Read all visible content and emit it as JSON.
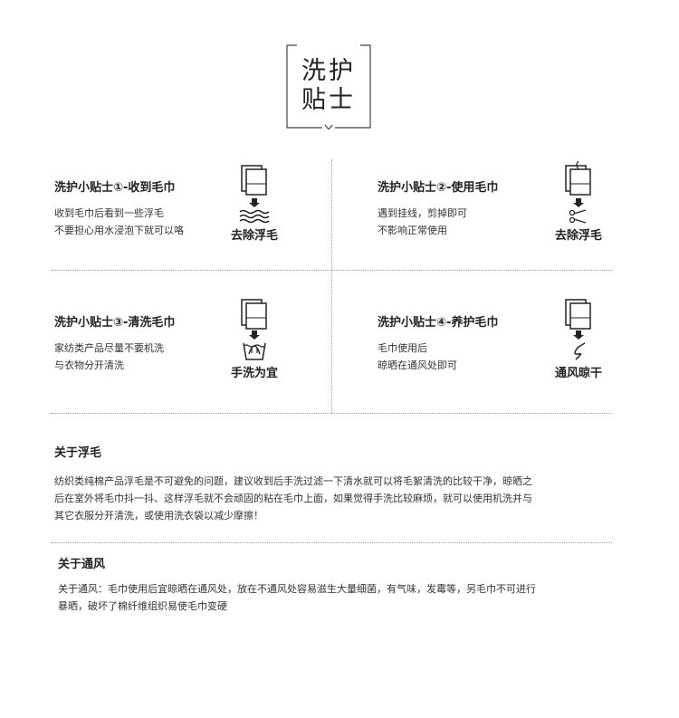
{
  "header": {
    "line1": "洗护",
    "line2": "贴士"
  },
  "tips": [
    {
      "title": "洗护小贴士①-收到毛巾",
      "lines": [
        "收到毛巾后看到一些浮毛",
        "不要担心用水浸泡下就可以咯"
      ],
      "icon_label": "去除浮毛",
      "icon": "towel-water-icon"
    },
    {
      "title": "洗护小贴士②-使用毛巾",
      "lines": [
        "遇到挂线，剪掉即可",
        "不影响正常使用"
      ],
      "icon_label": "去除浮毛",
      "icon": "towel-scissors-icon"
    },
    {
      "title": "洗护小贴士③-清洗毛巾",
      "lines": [
        "家纺类产品尽量不要机洗",
        "与衣物分开清洗"
      ],
      "icon_label": "手洗为宜",
      "icon": "towel-handwash-icon"
    },
    {
      "title": "洗护小贴士④-养护毛巾",
      "lines": [
        "毛巾使用后",
        "晾晒在通风处即可"
      ],
      "icon_label": "通风晾干",
      "icon": "towel-airflow-icon"
    }
  ],
  "about_lint": {
    "title": "关于浮毛",
    "lines": [
      "纺织类纯棉产品浮毛是不可避免的问题，建议收到后手洗过滤一下清水就可以将毛絮清洗的比较干净，晾晒之",
      "后在室外将毛巾抖一抖、这样浮毛就不会顽固的粘在毛巾上面，如果觉得手洗比较麻烦，就可以使用机洗并与",
      "其它衣服分开清洗，或使用洗衣袋以减少摩擦！"
    ]
  },
  "about_vent": {
    "title": "关于通风",
    "lines": [
      "关于通风：毛巾使用后宜晾晒在通风处，放在不通风处容易滋生大量细菌，有气味，发霉等，另毛巾不可进行",
      "暴晒，破坏了棉纤维组织易使毛巾变硬"
    ]
  }
}
